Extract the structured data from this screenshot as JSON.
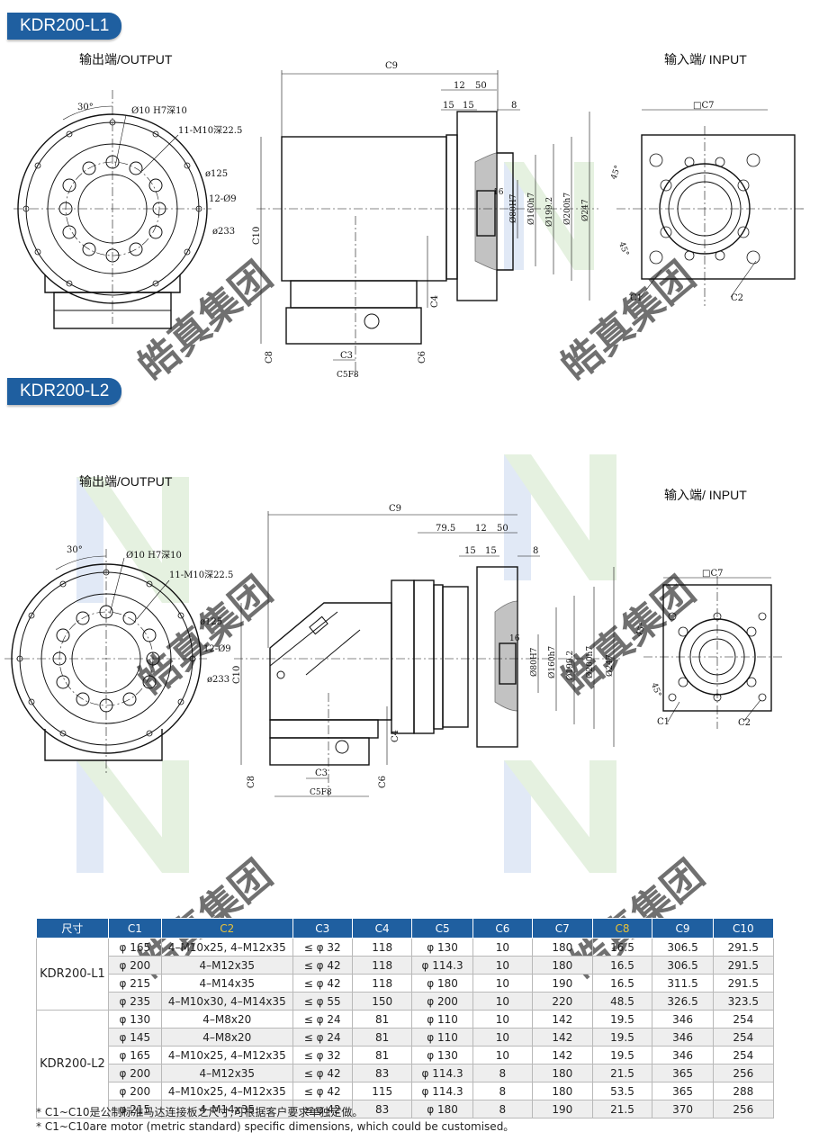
{
  "sections": [
    {
      "model": "KDR200-L1",
      "output_caption": "输出端/OUTPUT",
      "input_caption": "输入端/ INPUT"
    },
    {
      "model": "KDR200-L2",
      "output_caption": "输出端/OUTPUT",
      "input_caption": "输入端/ INPUT"
    }
  ],
  "drawing_labels": {
    "angle_30": "30°",
    "pin_hole": "Ø10 H7深10",
    "tapped_holes": "11-M10深22.5",
    "d125": "ø125",
    "holes12": "12-Ø9",
    "d233": "ø233",
    "c9": "C9",
    "c10": "C10",
    "c4": "C4",
    "c3": "C3",
    "c5": "C5F8",
    "c6": "C6",
    "c8": "C8",
    "c7": "□C7",
    "c1": "C1",
    "c2": "C2",
    "d12": "12",
    "d50": "50",
    "d15a": "15",
    "d15b": "15",
    "d8": "8",
    "d16": "16",
    "d80": "Ø80H7",
    "d160": "Ø160h7",
    "d199": "Ø199.2",
    "d200": "Ø200h7",
    "d247": "Ø247",
    "d795": "79.5",
    "angle_45a": "45°",
    "angle_45b": "45°"
  },
  "watermark": {
    "text": "皓真集团",
    "colors": {
      "blue": "#c9d7ee",
      "green": "#cfe6c6"
    }
  },
  "table": {
    "headers": [
      "尺寸",
      "C1",
      "C2",
      "C3",
      "C4",
      "C5",
      "C6",
      "C7",
      "C8",
      "C9",
      "C10"
    ],
    "groups": [
      {
        "model": "KDR200-L1",
        "rows": [
          [
            "φ 165",
            "4–M10x25, 4–M12x35",
            "≤ φ 32",
            "118",
            "φ 130",
            "10",
            "180",
            "16.5",
            "306.5",
            "291.5"
          ],
          [
            "φ 200",
            "4–M12x35",
            "≤ φ 42",
            "118",
            "φ 114.3",
            "10",
            "180",
            "16.5",
            "306.5",
            "291.5"
          ],
          [
            "φ 215",
            "4–M14x35",
            "≤ φ 42",
            "118",
            "φ 180",
            "10",
            "190",
            "16.5",
            "311.5",
            "291.5"
          ],
          [
            "φ 235",
            "4–M10x30, 4–M14x35",
            "≤ φ 55",
            "150",
            "φ 200",
            "10",
            "220",
            "48.5",
            "326.5",
            "323.5"
          ]
        ]
      },
      {
        "model": "KDR200-L2",
        "rows": [
          [
            "φ 130",
            "4–M8x20",
            "≤ φ 24",
            "81",
            "φ 110",
            "10",
            "142",
            "19.5",
            "346",
            "254"
          ],
          [
            "φ 145",
            "4–M8x20",
            "≤ φ 24",
            "81",
            "φ 110",
            "10",
            "142",
            "19.5",
            "346",
            "254"
          ],
          [
            "φ 165",
            "4–M10x25, 4–M12x35",
            "≤ φ 32",
            "81",
            "φ 130",
            "10",
            "142",
            "19.5",
            "346",
            "254"
          ],
          [
            "φ 200",
            "4–M12x35",
            "≤ φ 42",
            "83",
            "φ 114.3",
            "8",
            "180",
            "21.5",
            "365",
            "256"
          ],
          [
            "φ 200",
            "4–M10x25, 4–M12x35",
            "≤ φ 42",
            "115",
            "φ 114.3",
            "8",
            "180",
            "53.5",
            "365",
            "288"
          ],
          [
            "φ 215",
            "4–M14x35",
            "≤ φ 42",
            "83",
            "φ 180",
            "8",
            "190",
            "21.5",
            "370",
            "256"
          ]
        ]
      }
    ]
  },
  "notes": [
    "* C1~C10是公制标准马达连接板之尺寸,可根据客户要求单独定做。",
    "* C1~C10are motor (metric standard) specific dimensions, which could be customised。"
  ]
}
